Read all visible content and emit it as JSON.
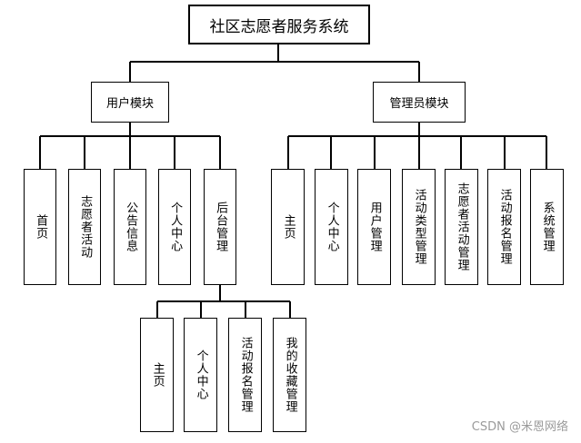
{
  "diagram": {
    "root": "社区志愿者服务系统",
    "user_module": {
      "label": "用户模块",
      "items": [
        "首页",
        "志愿者活动",
        "公告信息",
        "个人中心",
        "后台管理"
      ]
    },
    "admin_module": {
      "label": "管理员模块",
      "items": [
        "主页",
        "个人中心",
        "用户管理",
        "活动类型管理",
        "志愿者活动管理",
        "活动报名管理",
        "系统管理"
      ]
    },
    "backend": {
      "items": [
        "主页",
        "个人中心",
        "活动报名管理",
        "我的收藏管理"
      ]
    }
  },
  "watermark": "CSDN @米恩网络"
}
